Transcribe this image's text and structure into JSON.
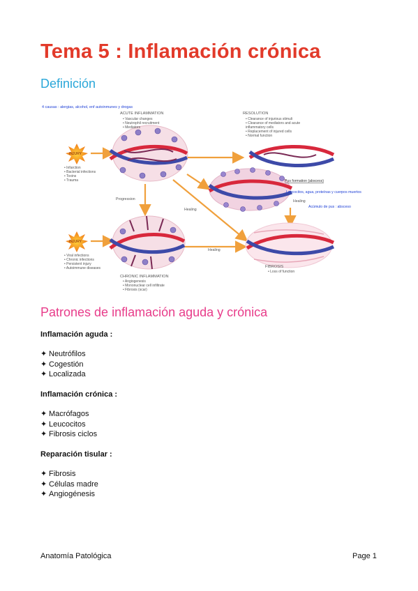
{
  "document": {
    "title": "Tema 5 : Inflamación crónica",
    "sections": {
      "definicion": "Definición",
      "patrones": "Patrones de inflamación aguda y crónica"
    },
    "figure": {
      "top_note": "4 causas : alergias, alcohol, enf autoinmunes y drogas",
      "injury_label": "INJURY",
      "acute": {
        "title": "ACUTE INFLAMMATION",
        "items": [
          "• Vascular changes",
          "• Neutrophil recruitment",
          "• Mediators"
        ]
      },
      "acute_causes": [
        "• Infarction",
        "• Bacterial infections",
        "• Toxins",
        "• Trauma"
      ],
      "resolution": {
        "title": "RESOLUTION",
        "items": [
          "• Clearance of injurious stimuli",
          "• Clearance of mediators and acute",
          "   inflammatory cells",
          "• Replacement of injured cells",
          "• Normal function"
        ]
      },
      "pus_formation": "Pus formation (abscess)",
      "note_leucocitos": "Leucocitos, agua, proteínas y cuerpos muertos",
      "healing": "Healing",
      "note_acumulo": "Acúmulo de pus : absceso",
      "progression": "Progression",
      "chronic_causes": [
        "• Viral infections",
        "• Chronic infections",
        "• Persistent injury",
        "• Autoimmune diseases"
      ],
      "chronic": {
        "title": "CHRONIC INFLAMMATION",
        "items": [
          "• Angiogenesis",
          "• Mononuclear cell infiltrate",
          "• Fibrosis (scar)"
        ]
      },
      "fibrosis": {
        "title": "FIBROSIS",
        "items": [
          "• Loss of function"
        ]
      }
    },
    "lists": [
      {
        "heading": "Inflamación aguda :",
        "items": [
          "Neutrófilos",
          "Cogestión",
          "Localizada"
        ]
      },
      {
        "heading": "Inflamación crónica :",
        "items": [
          "Macrófagos",
          "Leucocitos",
          "Fibrosis ciclos"
        ]
      },
      {
        "heading": "Reparación tisular :",
        "items": [
          "Fibrosis",
          "Células madre",
          "Angiogénesis"
        ]
      }
    ],
    "bullet_glyph": "✦",
    "footer": {
      "left": "Anatomía Patológica",
      "right": "Page 1"
    }
  },
  "colors": {
    "title": "#e23a2a",
    "definicion": "#2aa7d9",
    "patrones": "#e83c8a",
    "note_blue": "#1d3fd6",
    "arrow_orange": "#f0a03c",
    "vessel_red": "#d8283c",
    "vessel_blue": "#3d4aa8"
  }
}
